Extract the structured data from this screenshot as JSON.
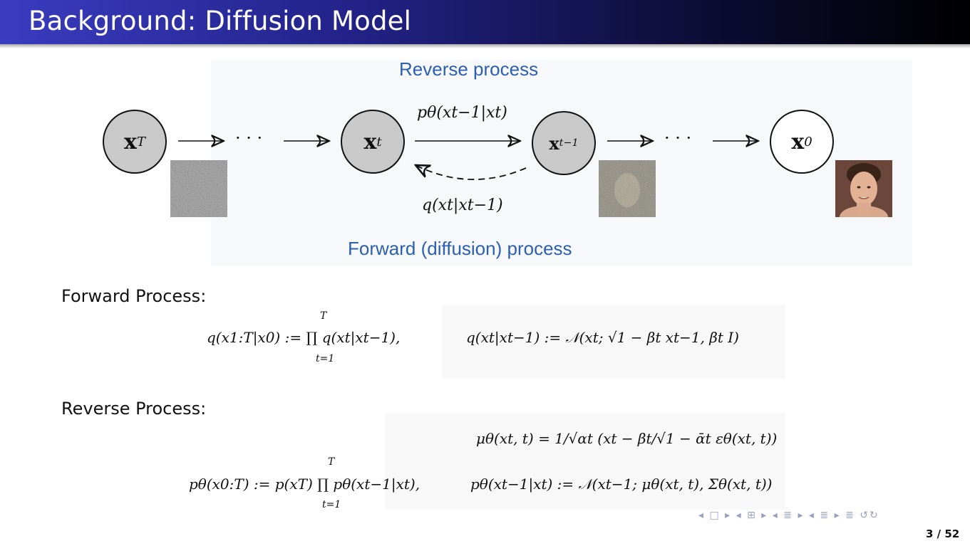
{
  "slide": {
    "title": "Background: Diffusion Model",
    "page": "3 / 52"
  },
  "diagram": {
    "reverse_label": "Reverse process",
    "forward_label": "Forward (diffusion) process",
    "nodes": {
      "xT": {
        "main": "x",
        "sub": "T"
      },
      "xt": {
        "main": "x",
        "sub": "t"
      },
      "xt1": {
        "main": "x",
        "sub": "t−1"
      },
      "x0": {
        "main": "x",
        "sub": "0"
      }
    },
    "dots": "· · ·",
    "reverse_eq": "pθ(xt−1|xt)",
    "forward_eq": "q(xt|xt−1)"
  },
  "forward_section": {
    "heading": "Forward Process:",
    "eq1": "q(x1:T|x0) := ∏ q(xt|xt−1),",
    "eq1_top": "T",
    "eq1_bottom": "t=1",
    "eq2": "q(xt|xt−1) := 𝒩(xt; √1 − βt xt−1, βt I)"
  },
  "reverse_section": {
    "heading": "Reverse Process:",
    "mu_eq": "μθ(xt, t) = 1/√αt (xt − βt/√1 − ᾱt εθ(xt, t))",
    "eq1": "pθ(x0:T) := p(xT) ∏ pθ(xt−1|xt),",
    "eq1_top": "T",
    "eq1_bottom": "t=1",
    "eq2": "pθ(xt−1|xt) := 𝒩(xt−1; μθ(xt, t), Σθ(xt, t))"
  },
  "nav_icons": [
    "nav-prev-icon",
    "nav-frame-icon",
    "nav-section-icon",
    "nav-subsection-icon",
    "nav-align-icon",
    "nav-search-icon"
  ]
}
